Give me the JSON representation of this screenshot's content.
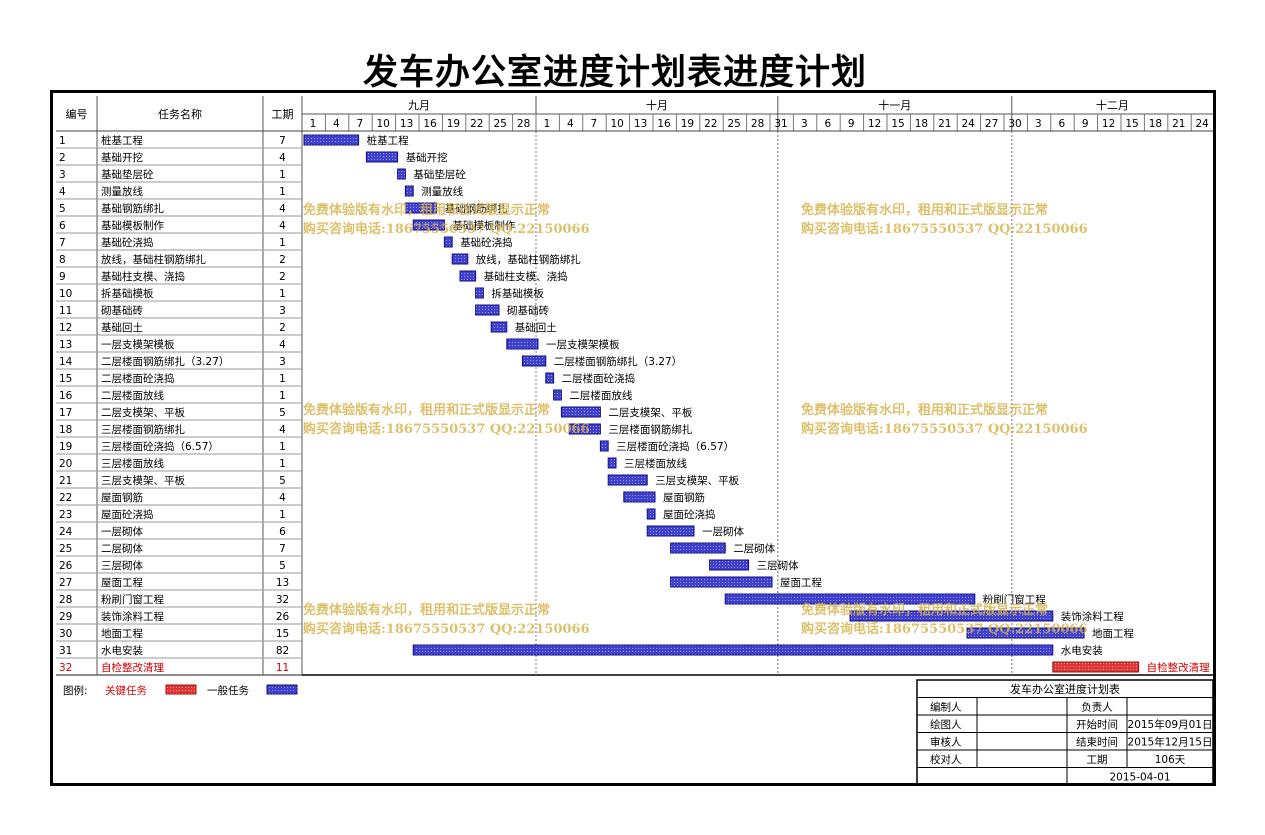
{
  "title": "发车办公室进度计划表进度计划",
  "headers": {
    "id": "编号",
    "name": "任务名称",
    "duration": "工期"
  },
  "months": [
    {
      "label": "九月",
      "start_day": 1,
      "end_day": 30
    },
    {
      "label": "十月",
      "start_day": 31,
      "end_day": 61
    },
    {
      "label": "十一月",
      "start_day": 62,
      "end_day": 91
    },
    {
      "label": "十二月",
      "start_day": 92,
      "end_day": 118
    }
  ],
  "ticks": [
    {
      "label": "1",
      "day": 1
    },
    {
      "label": "4",
      "day": 4
    },
    {
      "label": "7",
      "day": 7
    },
    {
      "label": "10",
      "day": 10
    },
    {
      "label": "13",
      "day": 13
    },
    {
      "label": "16",
      "day": 16
    },
    {
      "label": "19",
      "day": 19
    },
    {
      "label": "22",
      "day": 22
    },
    {
      "label": "25",
      "day": 25
    },
    {
      "label": "28",
      "day": 28
    },
    {
      "label": "1",
      "day": 31
    },
    {
      "label": "4",
      "day": 34
    },
    {
      "label": "7",
      "day": 37
    },
    {
      "label": "10",
      "day": 40
    },
    {
      "label": "13",
      "day": 43
    },
    {
      "label": "16",
      "day": 46
    },
    {
      "label": "19",
      "day": 49
    },
    {
      "label": "22",
      "day": 52
    },
    {
      "label": "25",
      "day": 55
    },
    {
      "label": "28",
      "day": 58
    },
    {
      "label": "31",
      "day": 61
    },
    {
      "label": "3",
      "day": 64
    },
    {
      "label": "6",
      "day": 67
    },
    {
      "label": "9",
      "day": 70
    },
    {
      "label": "12",
      "day": 73
    },
    {
      "label": "15",
      "day": 76
    },
    {
      "label": "18",
      "day": 79
    },
    {
      "label": "21",
      "day": 82
    },
    {
      "label": "24",
      "day": 85
    },
    {
      "label": "27",
      "day": 88
    },
    {
      "label": "30",
      "day": 91
    },
    {
      "label": "3",
      "day": 94
    },
    {
      "label": "6",
      "day": 97
    },
    {
      "label": "9",
      "day": 100
    },
    {
      "label": "12",
      "day": 103
    },
    {
      "label": "15",
      "day": 106
    },
    {
      "label": "18",
      "day": 109
    },
    {
      "label": "21",
      "day": 112
    },
    {
      "label": "24",
      "day": 115
    }
  ],
  "chart_data": {
    "type": "bar",
    "title": "发车办公室进度计划表进度计划",
    "x_unit": "day (2015-09-01 = day 1)",
    "xlim": [
      1,
      118
    ],
    "tasks": [
      {
        "id": "1",
        "name": "桩基工程",
        "duration": "7",
        "start": 1,
        "end": 8,
        "critical": false
      },
      {
        "id": "2",
        "name": "基础开挖",
        "duration": "4",
        "start": 9,
        "end": 13,
        "critical": false
      },
      {
        "id": "3",
        "name": "基础垫层砼",
        "duration": "1",
        "start": 13,
        "end": 14,
        "critical": false
      },
      {
        "id": "4",
        "name": "测量放线",
        "duration": "1",
        "start": 14,
        "end": 15,
        "critical": false
      },
      {
        "id": "5",
        "name": "基础钢筋绑扎",
        "duration": "4",
        "start": 14,
        "end": 18,
        "critical": false
      },
      {
        "id": "6",
        "name": "基础模板制作",
        "duration": "4",
        "start": 15,
        "end": 19,
        "critical": false
      },
      {
        "id": "7",
        "name": "基础砼浇捣",
        "duration": "1",
        "start": 19,
        "end": 20,
        "critical": false
      },
      {
        "id": "8",
        "name": "放线，基础柱钢筋绑扎",
        "duration": "2",
        "start": 20,
        "end": 22,
        "critical": false
      },
      {
        "id": "9",
        "name": "基础柱支模、浇捣",
        "duration": "2",
        "start": 21,
        "end": 23,
        "critical": false
      },
      {
        "id": "10",
        "name": "拆基础模板",
        "duration": "1",
        "start": 23,
        "end": 24,
        "critical": false
      },
      {
        "id": "11",
        "name": "砌基础砖",
        "duration": "3",
        "start": 23,
        "end": 26,
        "critical": false
      },
      {
        "id": "12",
        "name": "基础回土",
        "duration": "2",
        "start": 25,
        "end": 27,
        "critical": false
      },
      {
        "id": "13",
        "name": "一层支模架模板",
        "duration": "4",
        "start": 27,
        "end": 31,
        "critical": false
      },
      {
        "id": "14",
        "name": "二层楼面钢筋绑扎（3.27）",
        "duration": "3",
        "start": 29,
        "end": 32,
        "critical": false
      },
      {
        "id": "15",
        "name": "二层楼面砼浇捣",
        "duration": "1",
        "start": 32,
        "end": 33,
        "critical": false
      },
      {
        "id": "16",
        "name": "二层楼面放线",
        "duration": "1",
        "start": 33,
        "end": 34,
        "critical": false
      },
      {
        "id": "17",
        "name": "二层支模架、平板",
        "duration": "5",
        "start": 34,
        "end": 39,
        "critical": false
      },
      {
        "id": "18",
        "name": "三层楼面钢筋绑扎",
        "duration": "4",
        "start": 35,
        "end": 39,
        "critical": false
      },
      {
        "id": "19",
        "name": "三层楼面砼浇捣（6.57）",
        "duration": "1",
        "start": 39,
        "end": 40,
        "critical": false
      },
      {
        "id": "20",
        "name": "三层楼面放线",
        "duration": "1",
        "start": 40,
        "end": 41,
        "critical": false
      },
      {
        "id": "21",
        "name": "三层支模架、平板",
        "duration": "5",
        "start": 40,
        "end": 45,
        "critical": false
      },
      {
        "id": "22",
        "name": "屋面钢筋",
        "duration": "4",
        "start": 42,
        "end": 46,
        "critical": false
      },
      {
        "id": "23",
        "name": "屋面砼浇捣",
        "duration": "1",
        "start": 45,
        "end": 46,
        "critical": false
      },
      {
        "id": "24",
        "name": "一层砌体",
        "duration": "6",
        "start": 45,
        "end": 51,
        "critical": false
      },
      {
        "id": "25",
        "name": "二层砌体",
        "duration": "7",
        "start": 48,
        "end": 55,
        "critical": false
      },
      {
        "id": "26",
        "name": "三层砌体",
        "duration": "5",
        "start": 53,
        "end": 58,
        "critical": false
      },
      {
        "id": "27",
        "name": "屋面工程",
        "duration": "13",
        "start": 48,
        "end": 61,
        "critical": false
      },
      {
        "id": "28",
        "name": "粉刷门窗工程",
        "duration": "32",
        "start": 55,
        "end": 87,
        "critical": false
      },
      {
        "id": "29",
        "name": "装饰涂料工程",
        "duration": "26",
        "start": 71,
        "end": 97,
        "critical": false
      },
      {
        "id": "30",
        "name": "地面工程",
        "duration": "15",
        "start": 86,
        "end": 101,
        "critical": false
      },
      {
        "id": "31",
        "name": "水电安装",
        "duration": "82",
        "start": 15,
        "end": 97,
        "critical": false
      },
      {
        "id": "32",
        "name": "自检整改清理",
        "duration": "11",
        "start": 97,
        "end": 108,
        "critical": true
      }
    ],
    "colors": {
      "general": "#3f3fd0",
      "critical": "#e03535",
      "critical_text": "#d40000"
    }
  },
  "legend": {
    "label": "图例:",
    "critical": "关键任务",
    "general": "一般任务"
  },
  "info_box": {
    "title": "发车办公室进度计划表",
    "editor_label": "编制人",
    "editor_value": "",
    "owner_label": "负责人",
    "owner_value": "",
    "drawer_label": "绘图人",
    "drawer_value": "",
    "start_label": "开始时间",
    "start_value": "2015年09月01日",
    "reviewer_label": "审核人",
    "reviewer_value": "",
    "end_label": "结束时间",
    "end_value": "2015年12月15日",
    "proof_label": "校对人",
    "proof_value": "",
    "duration_label": "工期",
    "duration_value": "106天",
    "date": "2015-04-01"
  },
  "watermark": {
    "line1": "免费体验版有水印，租用和正式版显示正常",
    "line2": "购买咨询电话:18675550537 QQ:22150066"
  }
}
